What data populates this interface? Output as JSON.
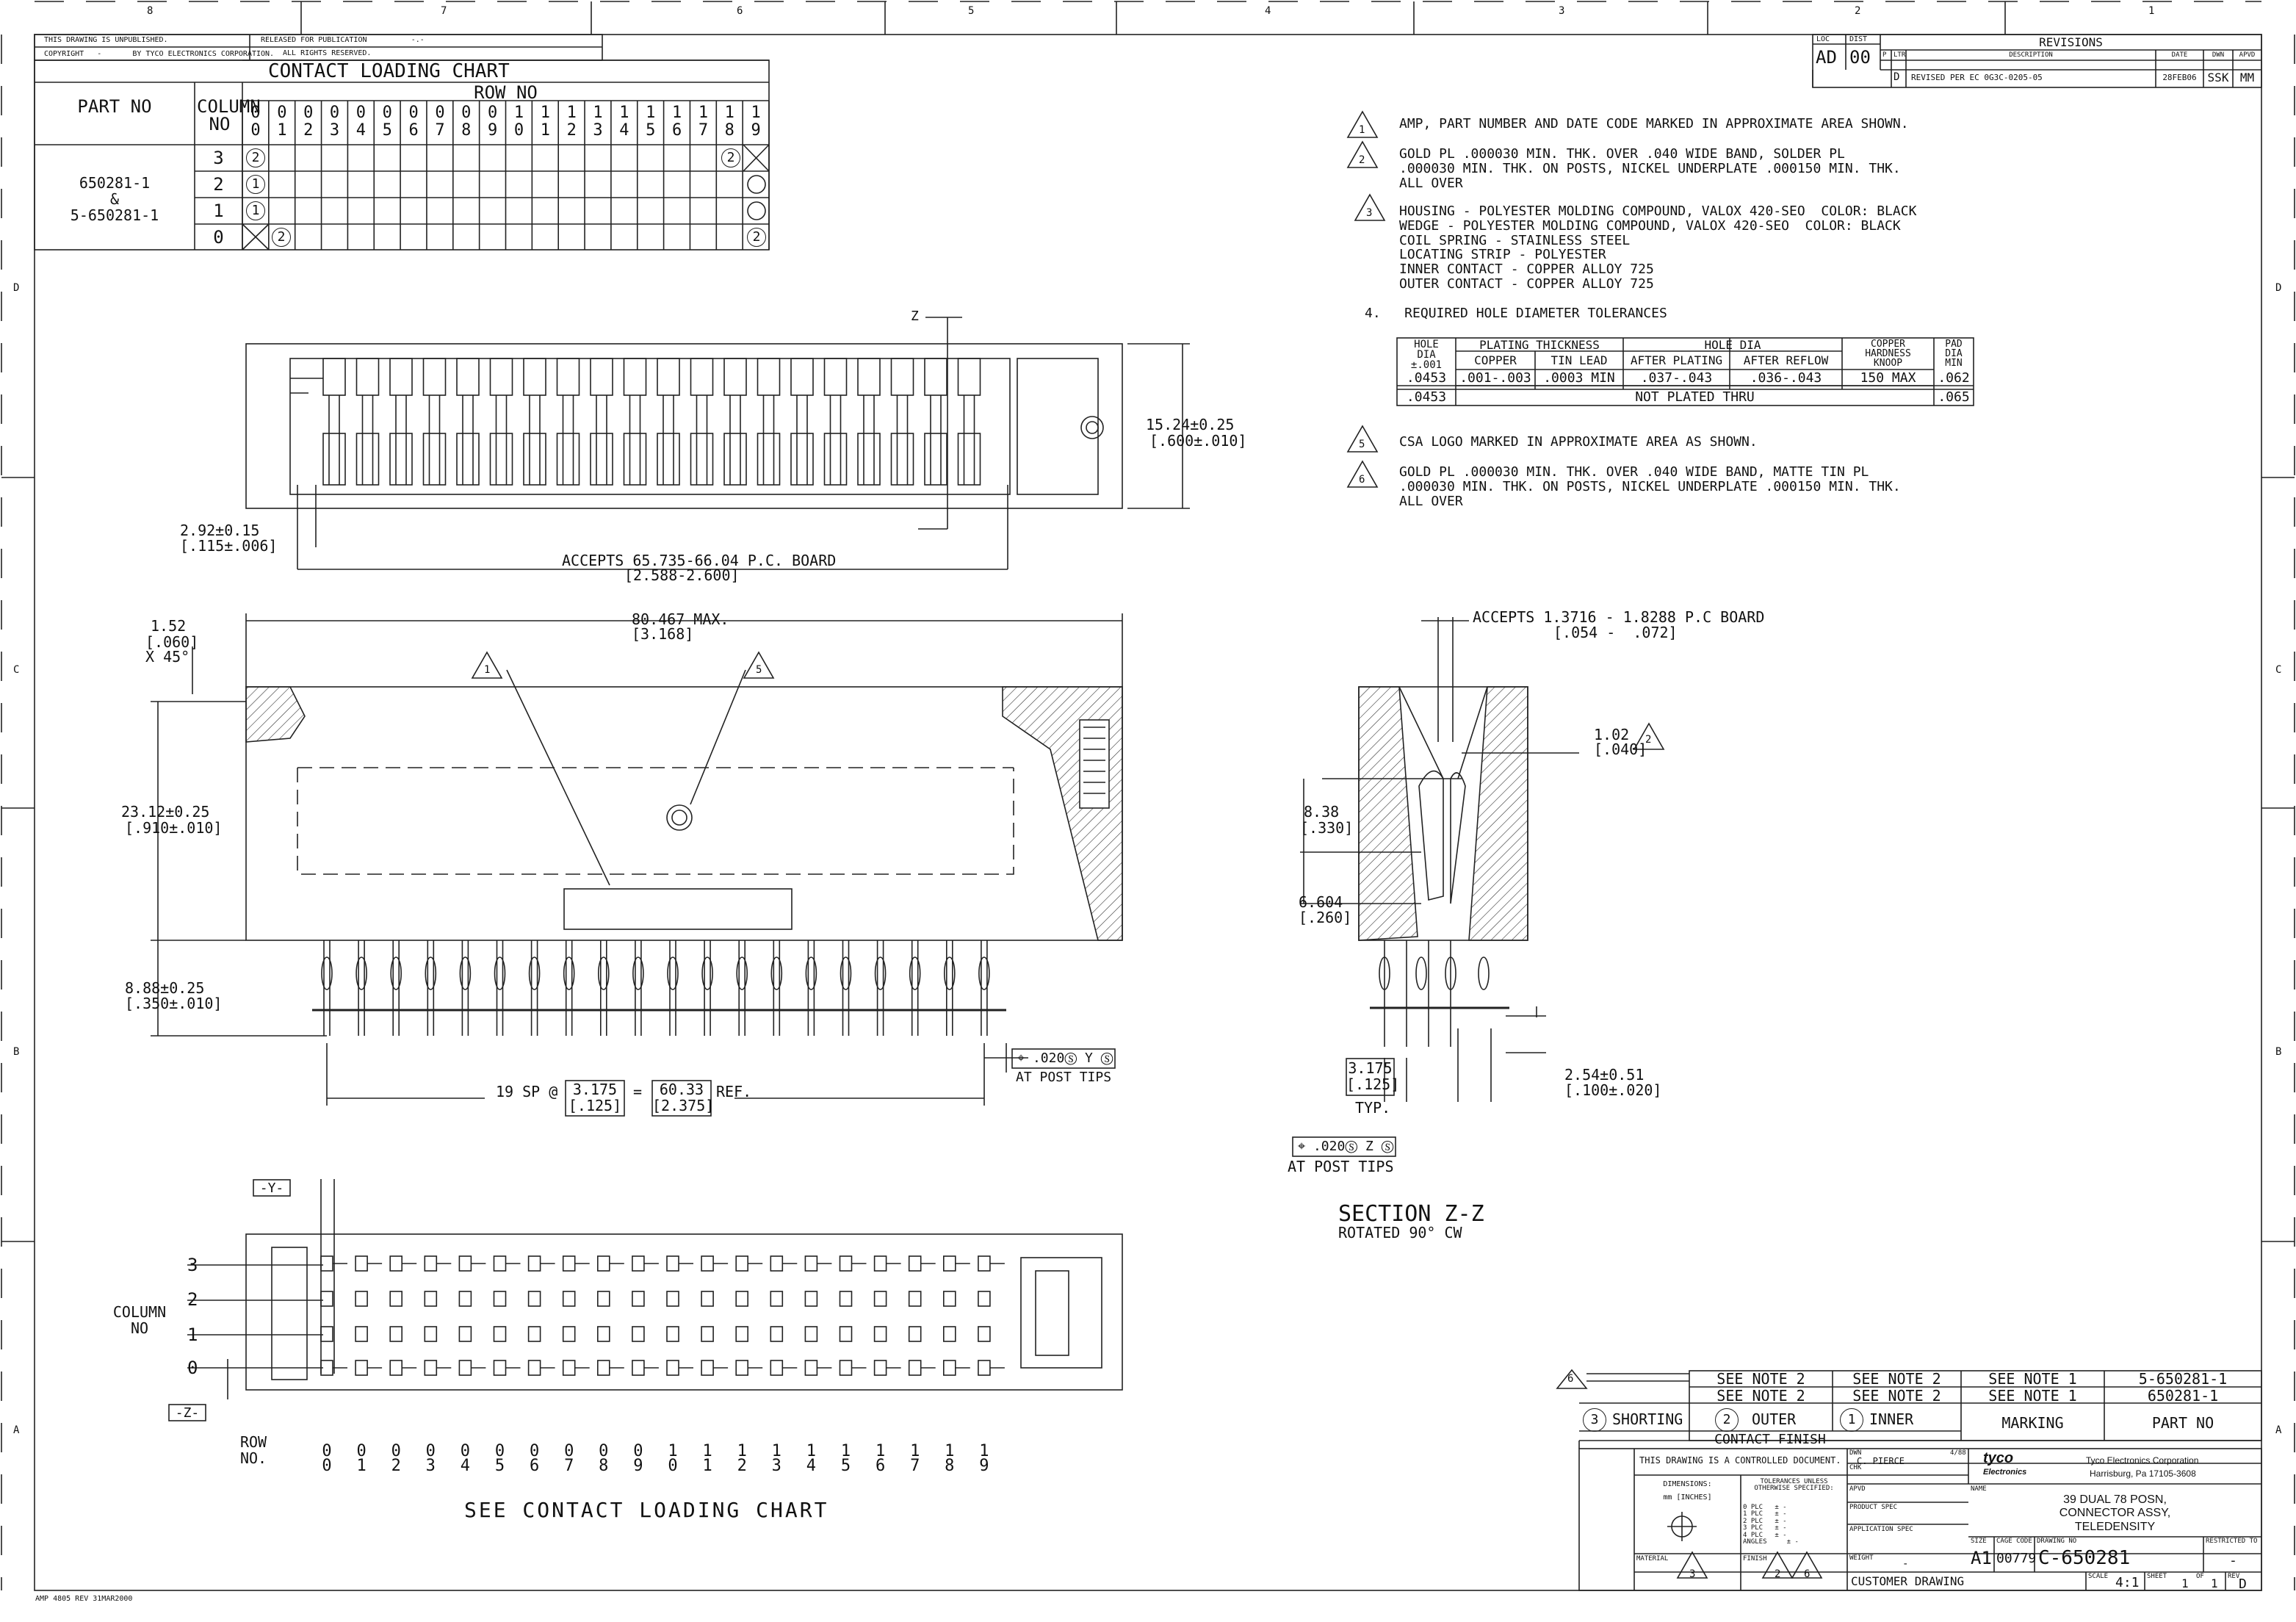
{
  "border": {
    "zones_top": [
      "8",
      "7",
      "6",
      "5",
      "4",
      "3",
      "2",
      "1"
    ],
    "zones_side": [
      "D",
      "C",
      "B",
      "A"
    ],
    "unpublished": "THIS DRAWING IS UNPUBLISHED.",
    "copyright": "COPYRIGHT   -       BY TYCO ELECTRONICS CORPORATION.",
    "released": "RELEASED FOR PUBLICATION          -.-",
    "rights": "ALL RIGHTS RESERVED.",
    "footer_code": "AMP 4805 REV 31MAR2000"
  },
  "loading_chart": {
    "title": "CONTACT LOADING CHART",
    "part_no_header": "PART NO",
    "column_no_header": "COLUMN NO",
    "row_no_header": "ROW NO",
    "row_tops": [
      "0",
      "0",
      "0",
      "0",
      "0",
      "0",
      "0",
      "0",
      "0",
      "0",
      "1",
      "1",
      "1",
      "1",
      "1",
      "1",
      "1",
      "1",
      "1",
      "1"
    ],
    "row_bottoms": [
      "0",
      "1",
      "2",
      "3",
      "4",
      "5",
      "6",
      "7",
      "8",
      "9",
      "0",
      "1",
      "2",
      "3",
      "4",
      "5",
      "6",
      "7",
      "8",
      "9"
    ],
    "part_numbers": "650281-1\n&\n5-650281-1",
    "columns": [
      "3",
      "2",
      "1",
      "0"
    ],
    "row3_left": "2",
    "row3_right": "2",
    "row2_left": "1",
    "row1_left": "1",
    "row0_left": "2",
    "row0_right": "2"
  },
  "revisions": {
    "loc_label": "LOC",
    "dist_label": "DIST",
    "loc": "AD",
    "dist": "00",
    "title": "REVISIONS",
    "h_p": "P",
    "h_ltr": "LTR",
    "h_desc": "DESCRIPTION",
    "h_date": "DATE",
    "h_dwn": "DWN",
    "h_apvd": "APVD",
    "ltr": "D",
    "desc": "REVISED PER EC 0G3C-0205-05",
    "date": "28FEB06",
    "dwn": "SSK",
    "apvd": "MM"
  },
  "notes": {
    "n1_num": "1",
    "n1": "AMP, PART NUMBER AND DATE CODE MARKED IN APPROXIMATE AREA SHOWN.",
    "n2_num": "2",
    "n2": "GOLD PL .000030 MIN. THK. OVER .040 WIDE BAND, SOLDER PL\n.000030 MIN. THK. ON POSTS, NICKEL UNDERPLATE .000150 MIN. THK.\nALL OVER",
    "n3_num": "3",
    "n3": "HOUSING - POLYESTER MOLDING COMPOUND, VALOX 420-SEO  COLOR: BLACK\nWEDGE - POLYESTER MOLDING COMPOUND, VALOX 420-SEO  COLOR: BLACK\nCOIL SPRING - STAINLESS STEEL\nLOCATING STRIP - POLYESTER\nINNER CONTACT - COPPER ALLOY 725\nOUTER CONTACT - COPPER ALLOY 725",
    "n4": "4.   REQUIRED HOLE DIAMETER TOLERANCES",
    "n5_num": "5",
    "n5": "CSA LOGO MARKED IN APPROXIMATE AREA AS SHOWN.",
    "n6_num": "6",
    "n6": "GOLD PL .000030 MIN. THK. OVER .040 WIDE BAND, MATTE TIN PL\n.000030 MIN. THK. ON POSTS, NICKEL UNDERPLATE .000150 MIN. THK.\nALL OVER"
  },
  "hole_table": {
    "hole_dia": "HOLE\nDIA\n±.001",
    "plating": "PLATING THICKNESS",
    "copper": "COPPER",
    "tin_lead": "TIN LEAD",
    "hole_dia_h": "HOLE DIA",
    "after_plating": "AFTER PLATING",
    "after_reflow": "AFTER REFLOW",
    "hardness": "COPPER\nHARDNESS\nKNOOP",
    "pad": "PAD\nDIA\nMIN",
    "r1": [
      ".0453",
      ".001-.003",
      ".0003 MIN",
      ".037-.043",
      ".036-.043",
      "150 MAX",
      ".062"
    ],
    "r2": [
      ".0453",
      "NOT PLATED THRU",
      ".065"
    ]
  },
  "top_view": {
    "z_label": "Z",
    "height_mm": "15.24±0.25",
    "height_in": "[.600±.010]",
    "offset_mm": "2.92±0.15",
    "offset_in": "[.115±.006]",
    "accepts": "ACCEPTS 65.735-66.04 P.C. BOARD",
    "accepts_in": "[2.588-2.600]"
  },
  "side_view": {
    "chamfer_mm": "1.52",
    "chamfer_in": "[.060]",
    "chamfer_deg": "X 45°",
    "length_mm": "80.467 MAX.",
    "length_in": "[3.168]",
    "note1": "1",
    "note5": "5",
    "height_mm": "23.12±0.25",
    "height_in": "[.910±.010]",
    "post_mm": "8.88±0.25",
    "post_in": "[.350±.010]",
    "spacing": "19 SP @",
    "sp_mm": "3.175",
    "sp_in": "[.125]",
    "eq": "=",
    "tot_mm": "60.33",
    "tot_in": "[2.375]",
    "ref": "REF.",
    "tol_box": "⌖ .020Ⓢ Y Ⓢ",
    "at_post_tips": "AT POST TIPS"
  },
  "section": {
    "accepts": "ACCEPTS 1.3716 - 1.8288 P.C BOARD",
    "accepts_in": "[.054 -  .072]",
    "d1_mm": "1.02",
    "d1_in": "[.040]",
    "d1_note": "2",
    "d2_mm": "8.38",
    "d2_in": "[.330]",
    "d3_mm": "6.604",
    "d3_in": "[.260]",
    "pitch_mm": "3.175",
    "pitch_in": "[.125]",
    "typ": "TYP.",
    "d4_mm": "2.54±0.51",
    "d4_in": "[.100±.020]",
    "tol_box": "⌖ .020Ⓢ Z Ⓢ",
    "at_post_tips": "AT POST TIPS",
    "title": "SECTION Z-Z",
    "subtitle": "ROTATED 90° CW"
  },
  "bottom_view": {
    "y_datum": "-Y-",
    "z_datum": "-Z-",
    "column_label": "COLUMN\nNO",
    "column_nums": [
      "3",
      "2",
      "1",
      "0"
    ],
    "row_label": "ROW\nNO.",
    "row_tops": [
      "0",
      "0",
      "0",
      "0",
      "0",
      "0",
      "0",
      "0",
      "0",
      "0",
      "1",
      "1",
      "1",
      "1",
      "1",
      "1",
      "1",
      "1",
      "1",
      "1"
    ],
    "row_bottoms": [
      "0",
      "1",
      "2",
      "3",
      "4",
      "5",
      "6",
      "7",
      "8",
      "9",
      "0",
      "1",
      "2",
      "3",
      "4",
      "5",
      "6",
      "7",
      "8",
      "9"
    ],
    "see_chart": "SEE CONTACT LOADING CHART"
  },
  "finish_table": {
    "note6": "6",
    "r1": [
      "SEE NOTE 2",
      "SEE NOTE 2",
      "SEE NOTE 1",
      "5-650281-1"
    ],
    "r2": [
      "SEE NOTE 2",
      "SEE NOTE 2",
      "SEE NOTE 1",
      "650281-1"
    ],
    "shorting_num": "3",
    "shorting": "SHORTING",
    "outer_num": "2",
    "outer": "OUTER",
    "inner_num": "1",
    "inner": "INNER",
    "marking": "MARKING",
    "part_no": "PART NO",
    "contact_finish": "CONTACT FINISH"
  },
  "title_block": {
    "controlled": "THIS DRAWING IS A CONTROLLED DOCUMENT.",
    "dwn_label": "DWN",
    "dwn": "C. PIERCE",
    "dwn_date": "4/88",
    "chk_label": "CHK",
    "apvd_label": "APVD",
    "company": "tyco",
    "company2": "Electronics",
    "corp": "Tyco Electronics Corporation",
    "address": "Harrisburg, Pa 17105-3608",
    "dimensions": "DIMENSIONS:",
    "units": "mm [INCHES]",
    "tolerances": "TOLERANCES UNLESS\nOTHERWISE SPECIFIED:",
    "tol_list": "0 PLC   ± -\n1 PLC   ± -\n2 PLC   ± -\n3 PLC   ± -\n4 PLC   ± -\nANGLES     ± -",
    "product_spec": "PRODUCT SPEC",
    "application_spec": "APPLICATION SPEC",
    "weight_label": "WEIGHT",
    "weight": "-",
    "name_label": "NAME",
    "title": "39 DUAL 78 POSN,\nCONNECTOR ASSY,\nTELEDENSITY",
    "size_label": "SIZE",
    "size": "A1",
    "cage_label": "CAGE CODE",
    "cage": "00779",
    "dwg_label": "DRAWING NO",
    "dwg": "C-650281",
    "restricted": "RESTRICTED TO",
    "restricted_val": "-",
    "material": "MATERIAL",
    "material_note": "3",
    "finish": "FINISH",
    "finish_n1": "2",
    "finish_n2": "6",
    "customer": "CUSTOMER DRAWING",
    "scale_label": "SCALE",
    "scale": "4:1",
    "sheet_label": "SHEET",
    "sheet": "1",
    "of": "OF",
    "sheets": "1",
    "rev_label": "REV",
    "rev": "D"
  }
}
